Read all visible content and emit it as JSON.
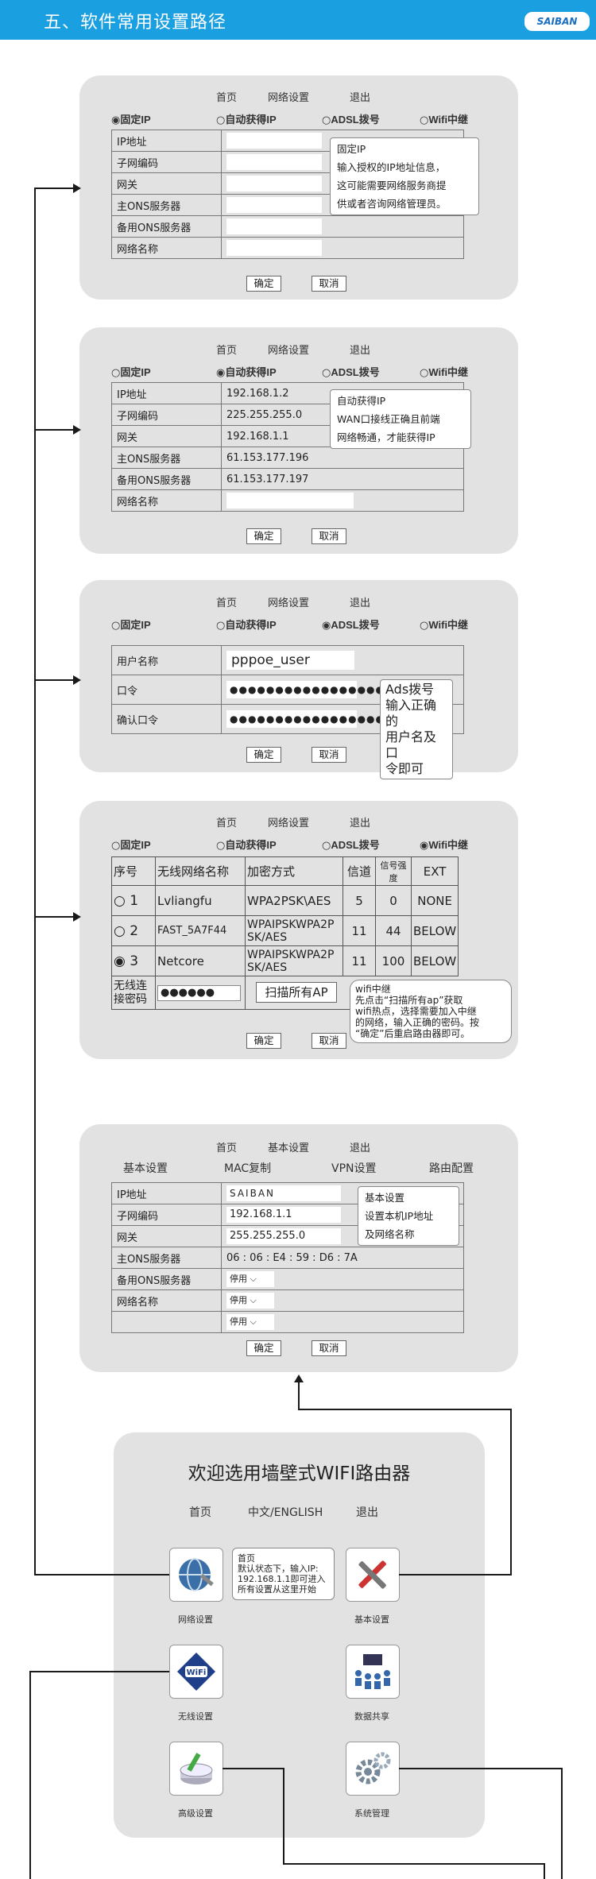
{
  "header": {
    "title": "五、软件常用设置路径",
    "logo": "SAIBAN"
  },
  "nav": {
    "home": "首页",
    "network": "网络设置",
    "exit": "退出"
  },
  "modes": {
    "static": "固定IP",
    "dhcp": "自动获得IP",
    "adsl": "ADSL拨号",
    "wifi": "Wifi中继"
  },
  "fields": {
    "ip": "IP地址",
    "mask": "子网编码",
    "gateway": "网关",
    "dns1": "主ONS服务器",
    "dns2": "备用ONS服务器",
    "netname": "网络名称"
  },
  "buttons": {
    "ok": "确定",
    "cancel": "取消",
    "scan": "扫描所有AP"
  },
  "static_note": [
    "固定IP",
    "输入授权的IP地址信息，",
    "这可能需要网络服务商提",
    "供或者咨询网络管理员。"
  ],
  "dhcp": {
    "values": {
      "ip": "192.168.1.2",
      "mask": "225.255.255.0",
      "gateway": "192.168.1.1",
      "dns1": "61.153.177.196",
      "dns2": "61.153.177.197"
    },
    "note": [
      "自动获得IP",
      "WAN口接线正确且前端",
      "网络畅通，才能获得IP"
    ]
  },
  "adsl": {
    "user_label": "用户名称",
    "pass_label": "口令",
    "confirm_label": "确认口令",
    "user_value": "pppoe_user",
    "pass_value": "●●●●●●●●●●●●●●●●●",
    "confirm_value": "●●●●●●●●●●●●●●●●●",
    "note": [
      "Ads拨号",
      "输入正确的",
      "用户名及口",
      "令即可"
    ]
  },
  "wifi": {
    "headers": [
      "序号",
      "无线网络名称",
      "加密方式",
      "信道",
      "信号强度",
      "EXT"
    ],
    "rows": [
      {
        "no": "○ 1",
        "name": "Lvliangfu",
        "enc": "WPA2PSK\\AES",
        "ch": "5",
        "sig": "0",
        "ext": "NONE"
      },
      {
        "no": "○ 2",
        "name": "FAST_5A7F44",
        "enc": "WPAIPSKWPA2PSK/AES",
        "ch": "11",
        "sig": "44",
        "ext": "BELOW"
      },
      {
        "no": "◉ 3",
        "name": "Netcore",
        "enc": "WPAIPSKWPA2PSK/AES",
        "ch": "11",
        "sig": "100",
        "ext": "BELOW"
      }
    ],
    "pass_label": "无线连接密码",
    "pass_value": "●●●●●●",
    "note": [
      "wifi中继",
      "先点击“扫描所有ap”获取",
      "wifi热点，选择需要加入中继",
      "的网络，输入正确的密码。按",
      "“确定”后重启路由器即可。"
    ]
  },
  "basic": {
    "nav": {
      "home": "首页",
      "basic": "基本设置",
      "exit": "退出"
    },
    "tabs": [
      "基本设置",
      "MAC复制",
      "VPN设置",
      "路由配置"
    ],
    "values": {
      "ip": "SAIBAN",
      "mask": "192.168.1.1",
      "gateway": "255.255.255.0",
      "dns1": "06 : 06 : E4 : 59 : D6 : 7A"
    },
    "select": "停用",
    "note": [
      "基本设置",
      "设置本机IP地址",
      "及网络名称"
    ]
  },
  "main": {
    "title": "欢迎选用墙壁式WIFI路由器",
    "nav": {
      "home": "首页",
      "lang": "中文/ENGLISH",
      "exit": "退出"
    },
    "note": [
      "首页",
      "默认状态下，输入IP:",
      "192.168.1.1即可进入",
      "所有设置从这里开始"
    ],
    "icons": {
      "network": "网络设置",
      "basic": "基本设置",
      "wireless": "无线设置",
      "share": "数据共享",
      "advanced": "高级设置",
      "system": "系统管理"
    }
  }
}
